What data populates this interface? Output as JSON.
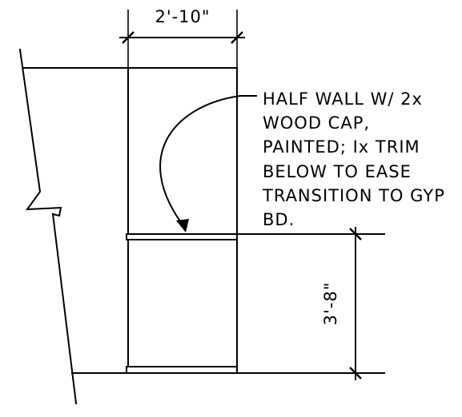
{
  "dimensions": {
    "width_label": "2'-10\"",
    "height_label": "3'-8\""
  },
  "note": {
    "lines": [
      "HALF WALL W/ 2x",
      "WOOD CAP,",
      "PAINTED; Ix TRIM",
      "BELOW TO EASE",
      "TRANSITION TO GYP",
      "BD."
    ]
  },
  "colors": {
    "line": "#000000",
    "background": "#ffffff"
  }
}
